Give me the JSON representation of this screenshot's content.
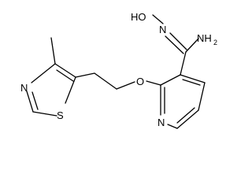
{
  "molecule": {
    "atoms": {
      "oxime_oh": "HO",
      "oxime_n": "N",
      "amide_nh2": "NH",
      "amide_nh2_subscript": "2",
      "ether_o": "O",
      "pyridine_n": "N",
      "thiazole_n": "N",
      "thiazole_s": "S"
    }
  }
}
